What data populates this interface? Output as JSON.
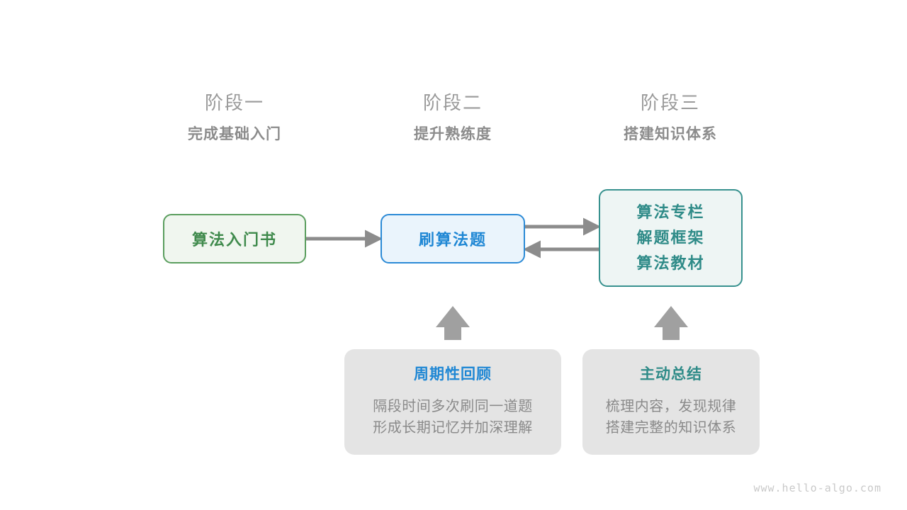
{
  "stages": [
    {
      "title": "阶段一",
      "subtitle": "完成基础入门"
    },
    {
      "title": "阶段二",
      "subtitle": "提升熟练度"
    },
    {
      "title": "阶段三",
      "subtitle": "搭建知识体系"
    }
  ],
  "nodes": {
    "book": {
      "lines": [
        "算法入门书"
      ],
      "border_color": "#5a9e5e",
      "fill_color": "#f0f6ef",
      "text_color": "#3f8a4c"
    },
    "practice": {
      "lines": [
        "刷算法题"
      ],
      "border_color": "#2b8ad6",
      "fill_color": "#eaf4fc",
      "text_color": "#1f87d4"
    },
    "knowledge": {
      "lines": [
        "算法专栏",
        "解题框架",
        "算法教材"
      ],
      "border_color": "#37918e",
      "fill_color": "#eef5f4",
      "text_color": "#2f8b88"
    }
  },
  "connectors": {
    "arrow_color": "#8c8c8c",
    "book_to_practice": "arrow-right",
    "practice_to_knowledge": "arrow-right",
    "knowledge_to_practice": "arrow-left",
    "review_to_practice": "arrow-up",
    "summary_to_knowledge": "arrow-up"
  },
  "notes": [
    {
      "title": "周期性回顾",
      "title_color": "#1f87d4",
      "body_lines": [
        "隔段时间多次刷同一道题",
        "形成长期记忆并加深理解"
      ]
    },
    {
      "title": "主动总结",
      "title_color": "#2f8b88",
      "body_lines": [
        "梳理内容，发现规律",
        "搭建完整的知识体系"
      ]
    }
  ],
  "watermark": "www.hello-algo.com"
}
